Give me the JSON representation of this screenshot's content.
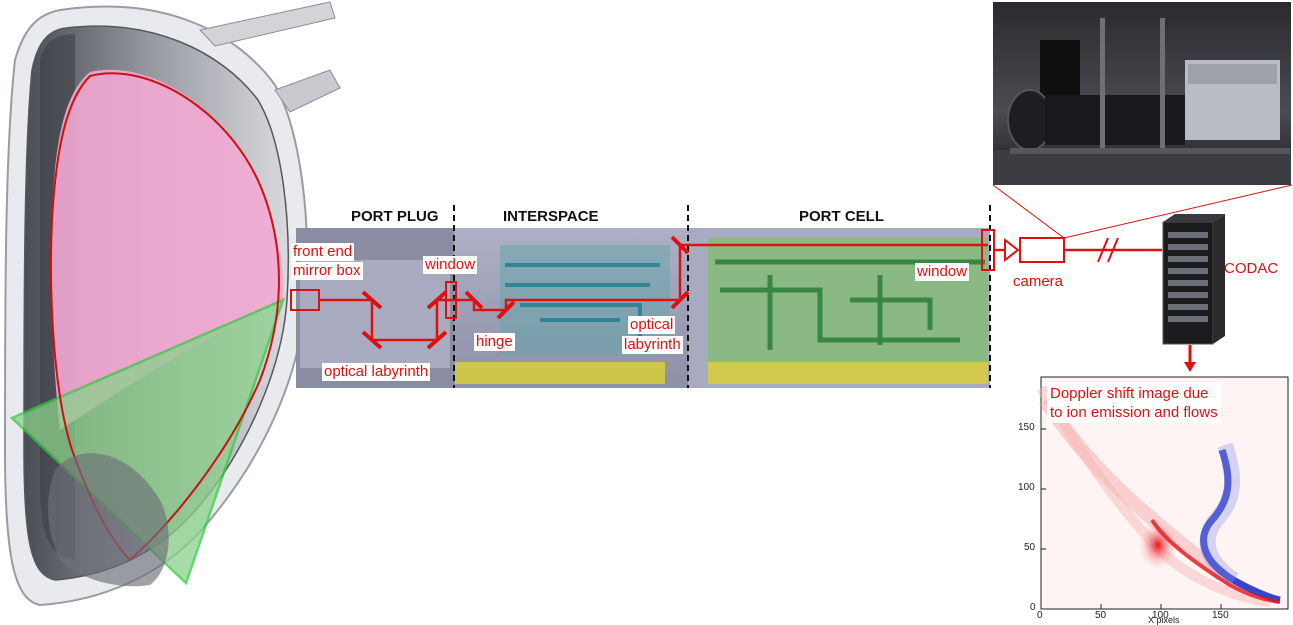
{
  "sections": {
    "port_plug": "PORT PLUG",
    "interspace": "INTERSPACE",
    "port_cell": "PORT CELL"
  },
  "labels": {
    "front_end_1": "front end",
    "front_end_2": "mirror box",
    "window_left": "window",
    "window_right": "window",
    "hinge": "hinge",
    "optical_labyrinth_left": "optical labyrinth",
    "optical_1": "optical",
    "labyrinth_1": "labyrinth",
    "camera": "camera",
    "codac": "CODAC"
  },
  "doppler": {
    "caption_1": "Doppler shift image due",
    "caption_2": "to ion emission and flows",
    "x_ticks": [
      "0",
      "50",
      "100",
      "150"
    ],
    "y_ticks": [
      "0",
      "50",
      "100",
      "150"
    ],
    "x_label": "X pixels"
  },
  "colors": {
    "beam": "#e01010",
    "pink_region": "#f3a9d3",
    "green_region": "#8bd18b",
    "green_outline": "#2ecc40"
  }
}
